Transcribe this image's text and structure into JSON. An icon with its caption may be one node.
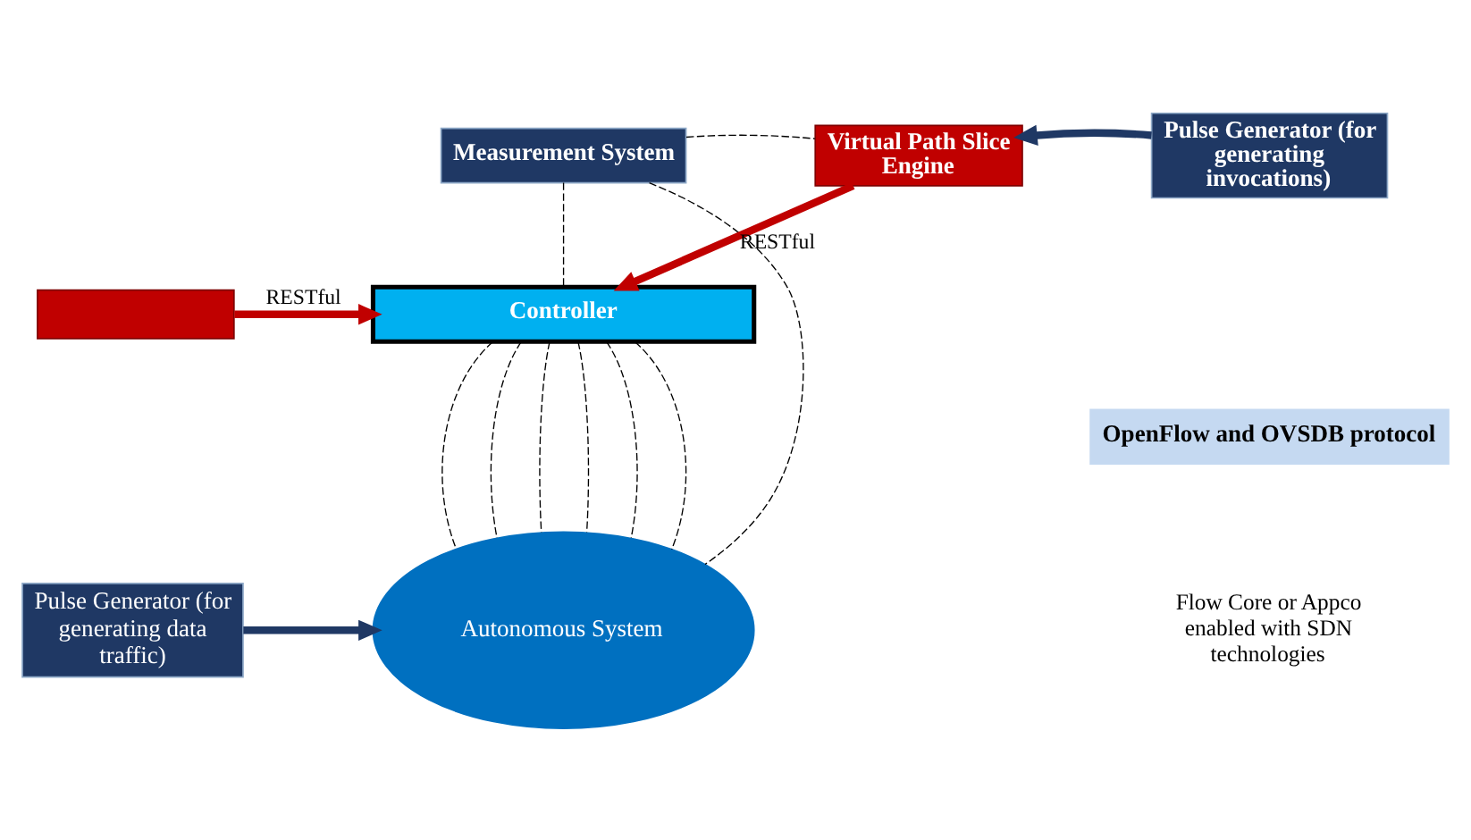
{
  "diagram": {
    "nodes": [
      {
        "text": [
          "Measurement System"
        ]
      },
      {
        "text": [
          "Virtual Path Slice Engine"
        ]
      },
      {
        "text": [
          "Pulse Generator (for generating invocations)"
        ]
      },
      {
        "text": [],
        "shape": "box"
      },
      {
        "text": [
          "Controller"
        ]
      },
      {
        "text": [
          "OpenFlow and OVSDB protocol"
        ]
      },
      {
        "text": [
          "Pulse Generator (for generating data traffic)"
        ]
      },
      {
        "text": [
          "Autonomous System"
        ]
      }
    ],
    "edges": [
      {
        "from": 2,
        "to": 1,
        "arrow": "to",
        "style": "thick",
        "color": "#1f3864"
      },
      {
        "from": 1,
        "to": 4,
        "arrow": "to",
        "label": "RESTful",
        "color": "#c00000",
        "style": "thick"
      },
      {
        "from": 3,
        "to": 4,
        "arrow": "to",
        "label": "RESTful",
        "color": "#c00000",
        "style": "thick"
      },
      {
        "from": 6,
        "to": 7,
        "arrow": "to",
        "style": "thick",
        "color": "#1f3864"
      },
      {
        "from": 0,
        "to": 1,
        "arrow": "none",
        "style": "dashed"
      },
      {
        "from": 0,
        "to": 4,
        "arrow": "none",
        "style": "dashed"
      },
      {
        "from": 0,
        "to": 7,
        "arrow": "none",
        "style": "dashed"
      },
      {
        "from": 4,
        "to": 7,
        "arrow": "none",
        "style": "dashed"
      },
      {
        "from": 4,
        "to": 7,
        "arrow": "none",
        "style": "dashed"
      },
      {
        "from": 4,
        "to": 7,
        "arrow": "none",
        "style": "dashed"
      },
      {
        "from": 4,
        "to": 7,
        "arrow": "none",
        "style": "dashed"
      },
      {
        "from": 4,
        "to": 7,
        "arrow": "none",
        "style": "dashed"
      },
      {
        "from": 4,
        "to": 7,
        "arrow": "none",
        "style": "dashed"
      }
    ],
    "labels": [
      "Flow Core or Appco enabled with SDN technologies"
    ]
  }
}
